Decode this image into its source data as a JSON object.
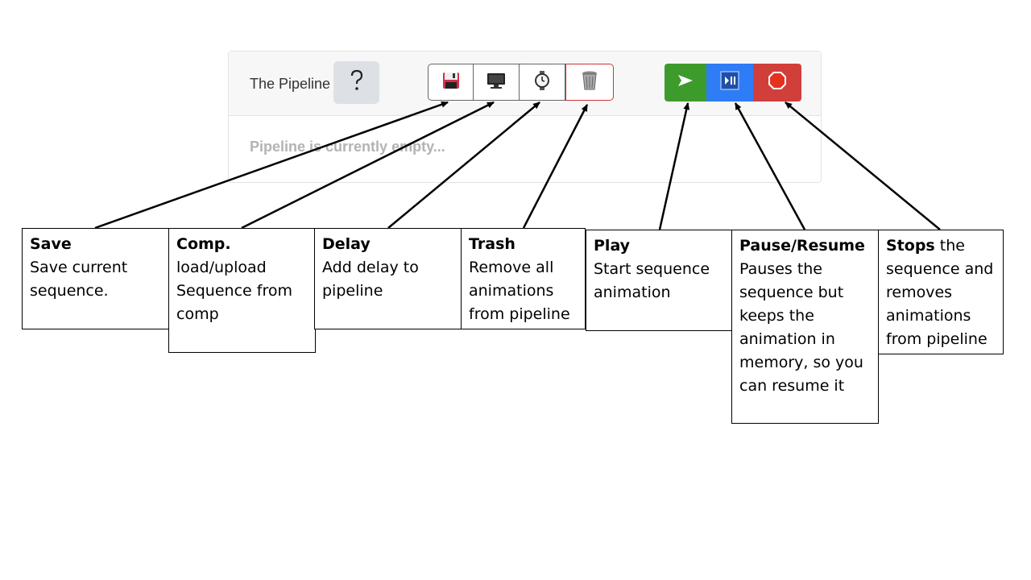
{
  "pipeline": {
    "title": "The Pipeline",
    "empty_message": "Pipeline is currently empty...",
    "help_icon": "question-mark-icon",
    "tools": [
      {
        "name": "save",
        "icon": "floppy-disk-icon"
      },
      {
        "name": "comp",
        "icon": "monitor-icon"
      },
      {
        "name": "delay",
        "icon": "watch-icon"
      },
      {
        "name": "trash",
        "icon": "trash-can-icon"
      }
    ],
    "controls": [
      {
        "name": "play",
        "icon": "play-arrow-icon",
        "color": "#3d9b2b"
      },
      {
        "name": "pause-resume",
        "icon": "play-pause-icon",
        "color": "#2e7cf6"
      },
      {
        "name": "stop",
        "icon": "stop-octagon-icon",
        "color": "#d03f3a"
      }
    ]
  },
  "annotations": {
    "save": {
      "title": "Save",
      "text": "Save current sequence."
    },
    "comp": {
      "title": "Comp.",
      "text": "load/upload Sequence from comp"
    },
    "delay": {
      "title": "Delay",
      "text": "Add delay to pipeline"
    },
    "trash": {
      "title": "Trash",
      "text": "Remove all animations from pipeline"
    },
    "play": {
      "title": "Play",
      "text": "Start sequence animation"
    },
    "pause": {
      "title": "Pause/Resume",
      "text": "Pauses the sequence but keeps the animation in memory, so you can resume it"
    },
    "stop": {
      "title": "Stops",
      "text": "the sequence and removes animations from pipeline"
    }
  }
}
